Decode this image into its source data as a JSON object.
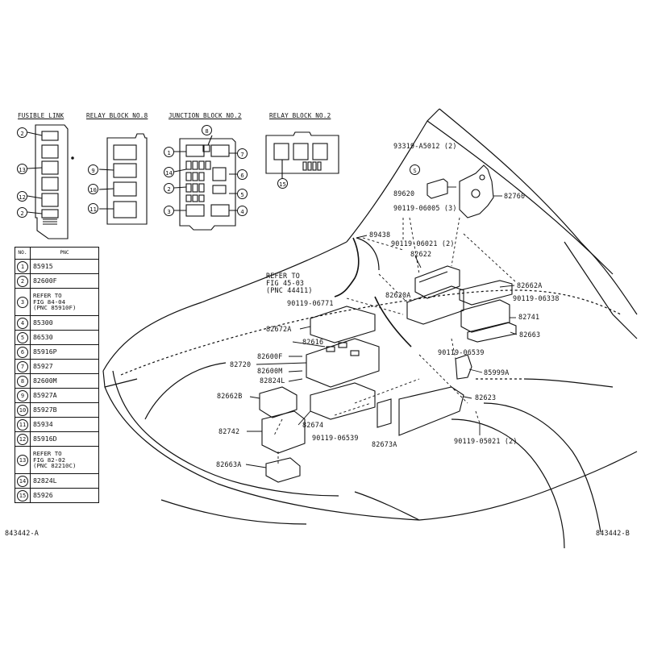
{
  "headings": {
    "fusible_link": "FUSIBLE LINK",
    "relay_block_8": "RELAY BLOCK NO.8",
    "junction_block_2": "JUNCTION BLOCK NO.2",
    "relay_block_2": "RELAY BLOCK NO.2"
  },
  "detail_callouts": {
    "fl_top": "2",
    "fl_mid": "13",
    "fl_low": "12",
    "fl_bot": "2",
    "rb8_a": "9",
    "rb8_b": "10",
    "rb8_c": "11",
    "jb_8": "8",
    "jb_1": "1",
    "jb_7": "7",
    "jb_14": "14",
    "jb_6": "6",
    "jb_2": "2",
    "jb_5": "5",
    "jb_3": "3",
    "jb_4": "4",
    "rb2_15": "15"
  },
  "table": {
    "header_no": "NO.",
    "header_pnc": "PNC",
    "rows": [
      {
        "no": "1",
        "pnc": [
          "85915"
        ]
      },
      {
        "no": "2",
        "pnc": [
          "82600F"
        ]
      },
      {
        "no": "3",
        "pnc": [
          "REFER TO",
          "FIG 84-04",
          "(PNC 85910F)"
        ]
      },
      {
        "no": "4",
        "pnc": [
          "85300"
        ]
      },
      {
        "no": "5",
        "pnc": [
          "86530"
        ]
      },
      {
        "no": "6",
        "pnc": [
          "85916P"
        ]
      },
      {
        "no": "7",
        "pnc": [
          "85927"
        ]
      },
      {
        "no": "8",
        "pnc": [
          "82600M"
        ]
      },
      {
        "no": "9",
        "pnc": [
          "85927A"
        ]
      },
      {
        "no": "10",
        "pnc": [
          "85927B"
        ]
      },
      {
        "no": "11",
        "pnc": [
          "85934"
        ]
      },
      {
        "no": "12",
        "pnc": [
          "85916D"
        ]
      },
      {
        "no": "13",
        "pnc": [
          "REFER TO",
          "FIG 82-02",
          "(PNC 82210C)"
        ]
      },
      {
        "no": "14",
        "pnc": [
          "82824L"
        ]
      },
      {
        "no": "15",
        "pnc": [
          "85926"
        ]
      }
    ]
  },
  "labels": {
    "p93319": "93319-A5012 (2)",
    "p89620": "89620",
    "p82760": "82760",
    "p90119_06005": "90119-06005 (3)",
    "p89438": "89438",
    "p90119_06021": "90119-06021 (2)",
    "p82622": "82622",
    "refer1": "REFER TO",
    "refer2": "FIG 45-03",
    "refer3": "(PNC 44411)",
    "p82620A": "82620A",
    "p82662A": "82662A",
    "p90119_06771": "90119-06771",
    "p90119_06338": "90119-06338",
    "p82741": "82741",
    "p82672A": "82672A",
    "p82663": "82663",
    "p82616": "82616",
    "p90119_06539a": "90119-06539",
    "p82720": "82720",
    "p82600F": "82600F",
    "p85999A": "85999A",
    "p82600M": "82600M",
    "p82824L": "82824L",
    "p82662B": "82662B",
    "p82623": "82623",
    "p82742": "82742",
    "p82674": "82674",
    "p90119_06539b": "90119-06539",
    "p82673A": "82673A",
    "p90119_05021": "90119-05021 (2)",
    "p82663A": "82663A",
    "s_marker": "S"
  },
  "footer": {
    "left_code": "843442-A",
    "right_code": "843442-B"
  }
}
